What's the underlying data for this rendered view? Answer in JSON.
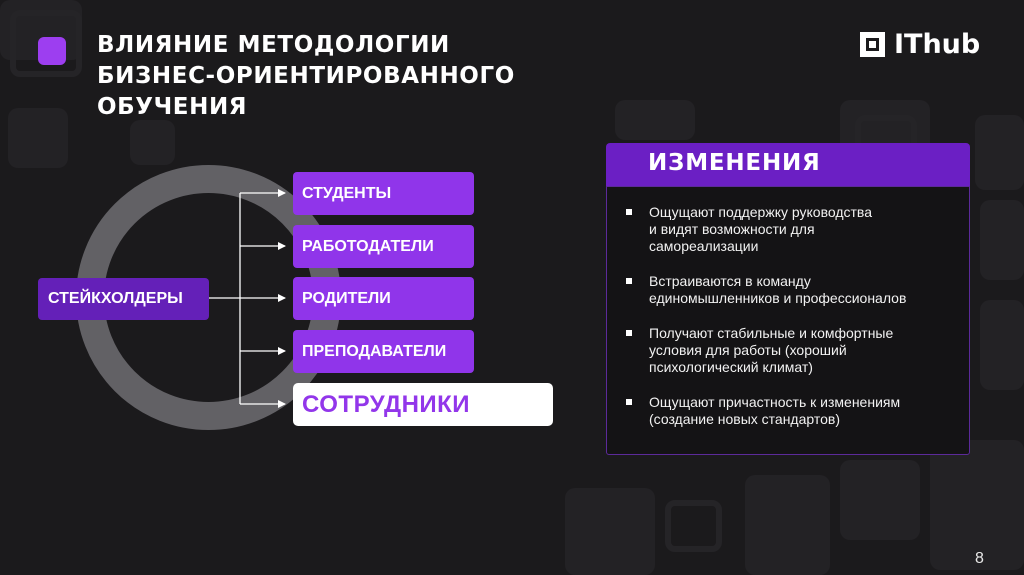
{
  "slide": {
    "title_lines": [
      "ВЛИЯНИЕ МЕТОДОЛОГИИ",
      "БИЗНЕС-ОРИЕНТИРОВАННОГО",
      "ОБУЧЕНИЯ"
    ],
    "logo_text": "IThub",
    "page_number": "8"
  },
  "diagram": {
    "source": "СТЕЙКХОЛДЕРЫ",
    "targets": [
      "СТУДЕНТЫ",
      "РАБОТОДАТЕЛИ",
      "РОДИТЕЛИ",
      "ПРЕПОДАВАТЕЛИ",
      "СОТРУДНИКИ"
    ]
  },
  "changes": {
    "heading": "ИЗМЕНЕНИЯ",
    "items": [
      [
        "Ощущают поддержку руководства",
        "и видят возможности для",
        "самореализации"
      ],
      [
        "Встраиваются в команду",
        "единомышленников и профессионалов"
      ],
      [
        "Получают стабильные и комфортные",
        "условия для работы (хороший",
        "психологический климат)"
      ],
      [
        "Ощущают причастность к изменениям",
        "(создание новых стандартов)"
      ]
    ]
  },
  "colors": {
    "background": "#1b1a1c",
    "accent_purple": "#9035ea",
    "dark_purple": "#6420b8",
    "highlight_text": "#9236ea"
  }
}
